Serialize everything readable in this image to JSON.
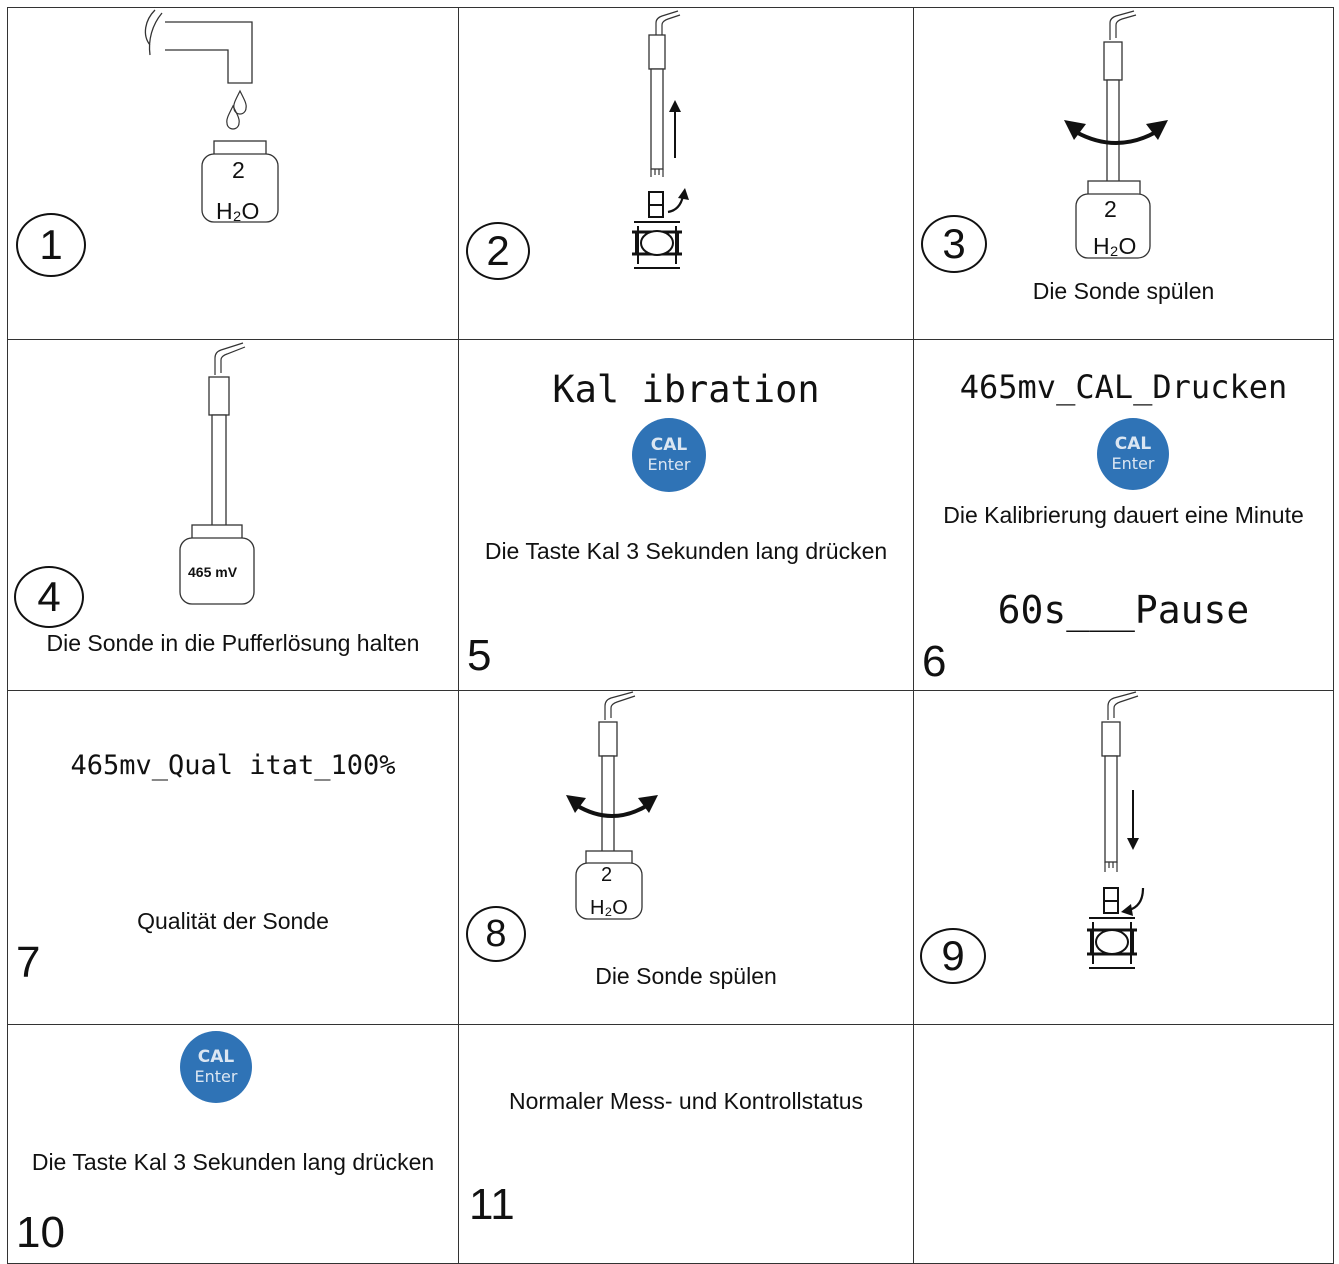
{
  "cells": {
    "c1": {
      "number": "1",
      "bottle_top": "2",
      "bottle_label": "H₂O"
    },
    "c2": {
      "number": "2"
    },
    "c3": {
      "number": "3",
      "bottle_top": "2",
      "bottle_label": "H₂O",
      "caption": "Die Sonde spülen"
    },
    "c4": {
      "number": "4",
      "bottle_label": "465 mV",
      "caption": "Die Sonde in die Pufferlösung halten"
    },
    "c5": {
      "number": "5",
      "display": "Kal ibration",
      "caption": "Die Taste Kal 3 Sekunden lang drücken"
    },
    "c6": {
      "number": "6",
      "display": "465mv_CAL_Drucken",
      "caption": "Die Kalibrierung dauert eine Minute",
      "timer": "60s___Pause"
    },
    "c7": {
      "number": "7",
      "display": "465mv_Qual itat_100%",
      "caption": "Qualität der Sonde"
    },
    "c8": {
      "number": "8",
      "bottle_top": "2",
      "bottle_label": "H₂O",
      "caption": "Die Sonde spülen"
    },
    "c9": {
      "number": "9"
    },
    "c10": {
      "number": "10",
      "caption": "Die Taste Kal 3 Sekunden lang drücken"
    },
    "c11": {
      "number": "11",
      "caption": "Normaler Mess- und Kontrollstatus"
    }
  },
  "cal_button": {
    "top": "CAL",
    "bottom": "Enter",
    "color": "#2f73b6"
  },
  "icons": [
    "faucet-icon",
    "probe-icon",
    "pipe-clamp-icon",
    "bottle-icon",
    "swirl-arrow-icon"
  ]
}
